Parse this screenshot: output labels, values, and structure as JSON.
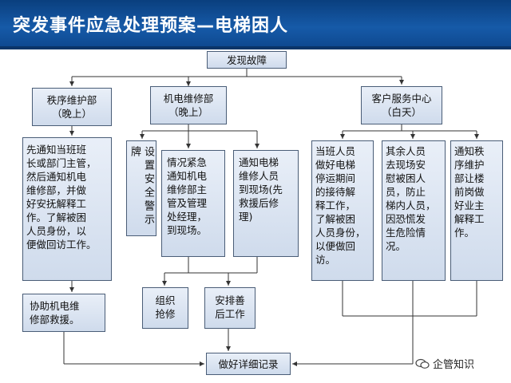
{
  "title": "突发事件应急处理预案—电梯困人",
  "nodes": {
    "root": "发现故障",
    "security": "秩序维护部\n（晚上）",
    "mep": "机电维修部\n（晚上）",
    "service": "客户服务中心\n（白天）",
    "sec_action": "先通知当班班\n长或部门主管，\n然后通知机电\n维修部，并做\n好安抚解释工\n作。了解被困\n人员身份，以\n便做回访工作。",
    "sec_assist": "协助机电维\n修部救援。",
    "mep_warning": "设置安全警示牌",
    "mep_notify_mgr": "情况紧急\n通知机电\n维修部主\n管及管理\n处经理，\n到现场。",
    "mep_notify_staff": "通知电梯\n维修人员\n到现场(先\n救援后修\n理)",
    "organize_repair": "组织\n抢修",
    "aftermath": "安排善\n后工作",
    "svc_staff": "当班人员\n做好电梯\n停运期间\n的接待解\n释工作，\n了解被困\n人员身份，\n以便做回\n访。",
    "svc_others": "其余人员\n去现场安\n慰被困人\n员，防止\n梯内人员，\n因恐慌发\n生危险情\n况。",
    "svc_notify": "通知秩\n序维护\n部让楼\n前岗做\n好业主\n解释工\n作。",
    "record": "做好详细记录"
  },
  "watermark": "企管知识",
  "colors": {
    "title_bar": "#165aa8",
    "box_fill": "#dbe4f1",
    "box_border": "#4a5d77",
    "line": "#333333"
  }
}
